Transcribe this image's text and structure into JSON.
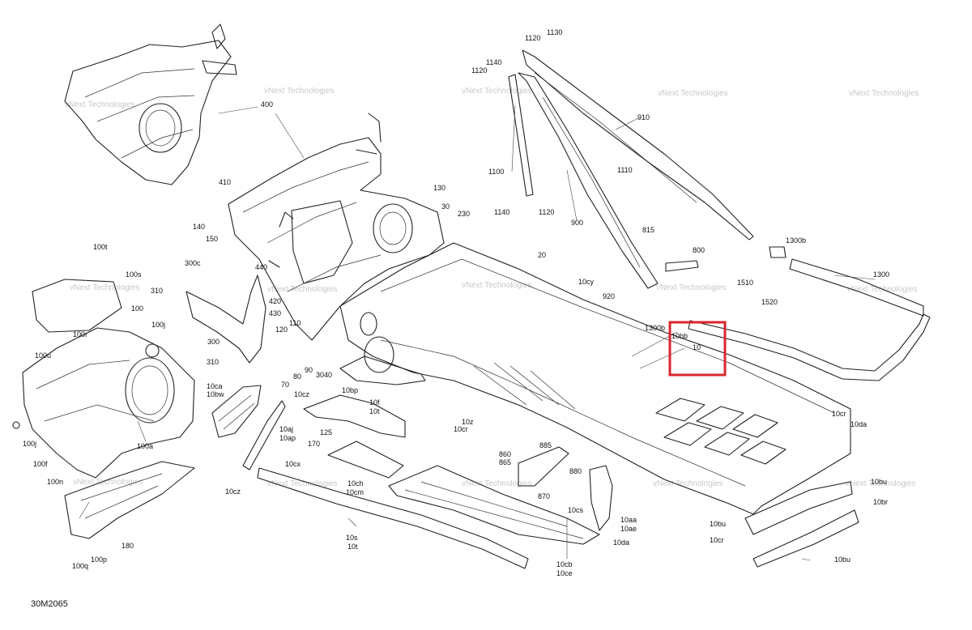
{
  "diagram_code": "30M2065",
  "highlight_color": "#d8262e",
  "watermark_lines": [
    "vNext Technologies",
    "Technologies"
  ],
  "labels": [
    "1120",
    "1130",
    "1140",
    "1120",
    "1100",
    "1140",
    "1120",
    "910",
    "1110",
    "900",
    "400",
    "410",
    "140",
    "150",
    "130",
    "30",
    "230",
    "20",
    "300c",
    "440",
    "420",
    "430",
    "120",
    "110",
    "100t",
    "100s",
    "310",
    "100j",
    "100",
    "100r",
    "100u",
    "300",
    "310",
    "70",
    "80",
    "90",
    "3040",
    "10cz",
    "10bp",
    "10f",
    "10t",
    "10z",
    "10cr",
    "125",
    "170",
    "10aj",
    "10ap",
    "10ca",
    "10bw",
    "10cx",
    "10cz",
    "10s",
    "10t",
    "10ch",
    "10cm",
    "860",
    "865",
    "885",
    "880",
    "870",
    "10cs",
    "10aa",
    "10ae",
    "10da",
    "10cb",
    "10ce",
    "815",
    "800",
    "920",
    "10cy",
    "1300b",
    "1300",
    "1510",
    "1520",
    "1300b",
    "10bb",
    "10",
    "10cr",
    "10da",
    "10bu",
    "10br",
    "10bu",
    "10bu",
    "10cr",
    "100f",
    "100a",
    "100n",
    "100p",
    "100q",
    "180",
    "100j"
  ]
}
